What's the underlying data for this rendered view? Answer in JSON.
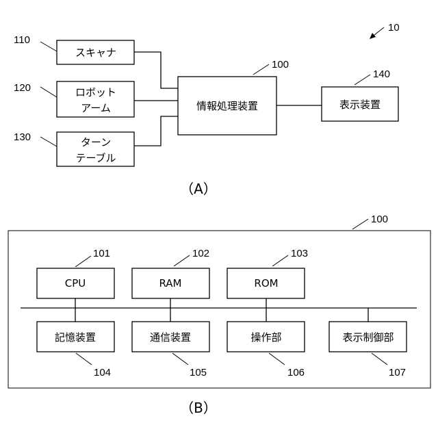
{
  "figure_a": {
    "caption": "（A）",
    "system_ref": "10",
    "scanner": {
      "label": "スキャナ",
      "ref": "110"
    },
    "robot_arm": {
      "label_line1": "ロボット",
      "label_line2": "アーム",
      "ref": "120"
    },
    "turntable": {
      "label_line1": "ターン",
      "label_line2": "テーブル",
      "ref": "130"
    },
    "info_processor": {
      "label": "情報処理装置",
      "ref": "100"
    },
    "display_device": {
      "label": "表示装置",
      "ref": "140"
    }
  },
  "figure_b": {
    "caption": "（B）",
    "frame_ref": "100",
    "cpu": {
      "label": "CPU",
      "ref": "101"
    },
    "ram": {
      "label": "RAM",
      "ref": "102"
    },
    "rom": {
      "label": "ROM",
      "ref": "103"
    },
    "storage": {
      "label": "記憶装置",
      "ref": "104"
    },
    "comm": {
      "label": "通信装置",
      "ref": "105"
    },
    "operation": {
      "label": "操作部",
      "ref": "106"
    },
    "display_ctrl": {
      "label": "表示制御部",
      "ref": "107"
    }
  }
}
